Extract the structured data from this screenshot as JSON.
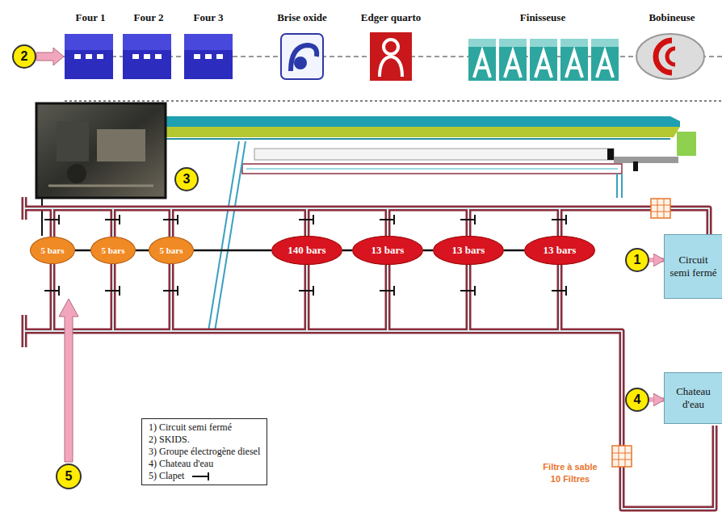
{
  "diagram": {
    "nodes": [
      {
        "text": [
          "2"
        ]
      },
      {
        "text": [
          "3"
        ]
      },
      {
        "text": [
          "5 bars"
        ]
      },
      {
        "text": [
          "5 bars"
        ]
      },
      {
        "text": [
          "5 bars"
        ]
      },
      {
        "text": [
          "140 bars"
        ]
      },
      {
        "text": [
          "13 bars"
        ]
      },
      {
        "text": [
          "13 bars"
        ]
      },
      {
        "text": [
          "13 bars"
        ]
      },
      {
        "text": [
          "1"
        ]
      },
      {
        "text": [
          "Circuit semi fermé"
        ]
      },
      {
        "text": [
          "4"
        ]
      },
      {
        "text": [
          "Chateau d'eau"
        ]
      },
      {
        "text": [
          "5"
        ]
      }
    ],
    "edges": [
      {
        "from": 2,
        "to": 3,
        "arrow": "none"
      },
      {
        "from": 3,
        "to": 4,
        "arrow": "none"
      },
      {
        "from": 4,
        "to": 5,
        "arrow": "none"
      },
      {
        "from": 5,
        "to": 6,
        "arrow": "none"
      },
      {
        "from": 6,
        "to": 7,
        "arrow": "none"
      },
      {
        "from": 7,
        "to": 8,
        "arrow": "none"
      },
      {
        "from": 9,
        "to": 10,
        "arrow": "to"
      },
      {
        "from": 11,
        "to": 12,
        "arrow": "to"
      }
    ],
    "labels": [
      "Four 1",
      "Four 2",
      "Four 3",
      "Brise oxide",
      "Edger quarto",
      "Finisseuse",
      "Bobineuse",
      "Filtre à sable",
      "10 Filtres"
    ],
    "legend": [
      {
        "text": "1) Circuit semi fermé"
      },
      {
        "text": "2) SKIDS."
      },
      {
        "text": "3) Groupe électrogène diesel"
      },
      {
        "text": "4) Chateau d'eau"
      },
      {
        "text": "5) Clapet"
      }
    ]
  }
}
